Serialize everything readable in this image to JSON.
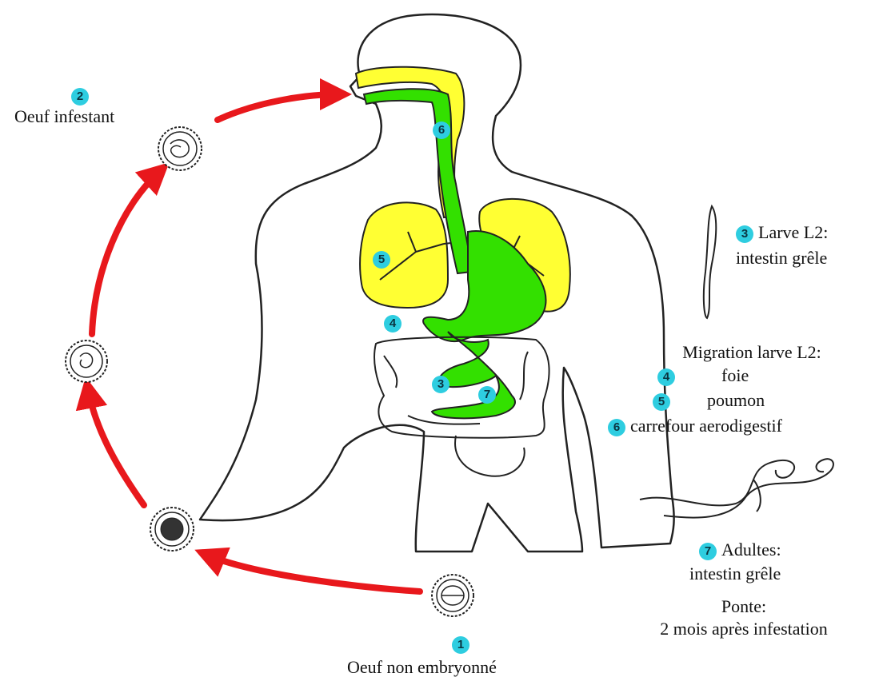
{
  "colors": {
    "arrow": "#e8181c",
    "digestive": "#33e000",
    "respiratory": "#ffff33",
    "badge": "#2ecde0",
    "outline": "#222222"
  },
  "labels": {
    "egg_infective_num": "2",
    "egg_infective": "Oeuf infestant",
    "egg_unembryonated_num": "1",
    "egg_unembryonated": "Oeuf non embryonné",
    "larva_num": "3",
    "larva_line1": "Larve L2:",
    "larva_line2": "intestin grêle",
    "migration_title": "Migration larve L2:",
    "migration_items": [
      {
        "num": "4",
        "text": "foie"
      },
      {
        "num": "5",
        "text": "poumon"
      },
      {
        "num": "6",
        "text": "carrefour aerodigestif"
      }
    ],
    "adults_num": "7",
    "adults_line1": "Adultes:",
    "adults_line2": "intestin grêle",
    "laying_line1": "Ponte:",
    "laying_line2": "2 mois après infestation"
  },
  "body_markers": {
    "liver": "4",
    "lung": "5",
    "crossroads": "6",
    "intestine_larva": "3",
    "intestine_adult": "7"
  },
  "icons": [
    "egg-unembryonated-icon",
    "egg-early-icon",
    "egg-embryonated-icon",
    "egg-infective-icon",
    "larva-icon",
    "adult-worm-icon",
    "human-body-icon"
  ]
}
